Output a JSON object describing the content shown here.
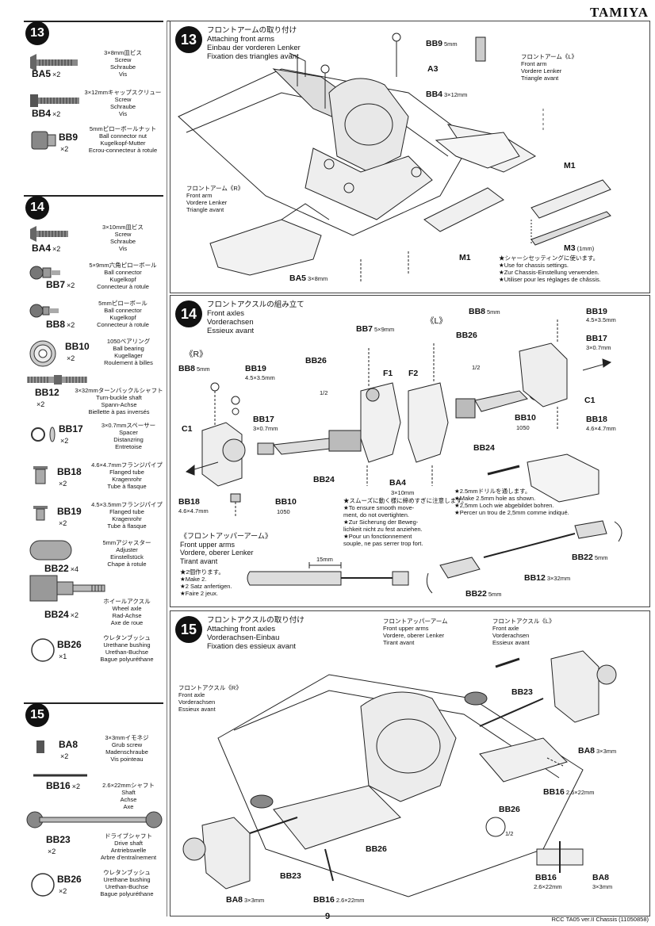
{
  "brand": "TAMIYA",
  "page_number": "9",
  "footer": "RCC TA05 ver.II Chassis (11050858)",
  "sidebar": {
    "s13": {
      "step": "13",
      "parts": [
        {
          "code": "BA5",
          "qty": "×2",
          "desc": "3×8mm皿ビス\nScrew\nSchraube\nVis"
        },
        {
          "code": "BB4",
          "qty": "×2",
          "desc": "3×12mmキャップスクリュー\nScrew\nSchraube\nVis"
        },
        {
          "code": "BB9",
          "qty": "×2",
          "desc": "5mmピローボールナット\nBall connector nut\nKugelkopf-Mutter\nEcrou-connecteur à rotule"
        }
      ]
    },
    "s14": {
      "step": "14",
      "parts": [
        {
          "code": "BA4",
          "qty": "×2",
          "desc": "3×10mm皿ビス\nScrew\nSchraube\nVis"
        },
        {
          "code": "BB7",
          "qty": "×2",
          "desc": "5×9mm六角ピローボール\nBall connector\nKugelkopf\nConnecteur à rotule"
        },
        {
          "code": "BB8",
          "qty": "×2",
          "desc": "5mmピローボール\nBall connector\nKugelkopf\nConnecteur à rotule"
        },
        {
          "code": "BB10",
          "qty": "×2",
          "desc": "1050ベアリング\nBall bearing\nKugellager\nRoulement à billes"
        },
        {
          "code": "BB12",
          "qty": "×2",
          "desc": "3×32mmターンバックルシャフト\nTurn-buckle shaft\nSpann-Achse\nBiellette à pas inversés"
        },
        {
          "code": "BB17",
          "qty": "×2",
          "desc": "3×0.7mmスペーサー\nSpacer\nDistanzring\nEntretoise"
        },
        {
          "code": "BB18",
          "qty": "×2",
          "desc": "4.6×4.7mmフランジパイプ\nFlanged tube\nKragenrohr\nTube à flasque"
        },
        {
          "code": "BB19",
          "qty": "×2",
          "desc": "4.5×3.5mmフランジパイプ\nFlanged tube\nKragenrohr\nTube à flasque"
        },
        {
          "code": "BB22",
          "qty": "×4",
          "desc": "5mmアジャスター\nAdjuster\nEinstellstück\nChape à rotule"
        },
        {
          "code": "BB24",
          "qty": "×2",
          "desc": "ホイールアクスル\nWheel axle\nRad-Achse\nAxe de roue"
        },
        {
          "code": "BB26",
          "qty": "×1",
          "desc": "ウレタンブッシュ\nUrethane bushing\nUrethan-Buchse\nBague polyuréthane"
        }
      ]
    },
    "s15": {
      "step": "15",
      "parts": [
        {
          "code": "BA8",
          "qty": "×2",
          "desc": "3×3mmイモネジ\nGrub screw\nMadenschraube\nVis pointeau"
        },
        {
          "code": "BB16",
          "qty": "×2",
          "desc": "2.6×22mmシャフト\nShaft\nAchse\nAxe"
        },
        {
          "code": "BB23",
          "qty": "×2",
          "desc": "ドライブシャフト\nDrive shaft\nAntriebswelle\nArbre d'entraînement"
        },
        {
          "code": "BB26",
          "qty": "×2",
          "desc": "ウレタンブッシュ\nUrethane bushing\nUrethan-Buchse\nBague polyuréthane"
        }
      ]
    }
  },
  "panels": {
    "p13": {
      "step": "13",
      "title": "フロントアームの取り付け\nAttaching front arms\nEinbau der vorderen Lenker\nFixation des triangles avant",
      "arm_l": "フロントアーム《L》\nFront arm\nVordere Lenker\nTriangle avant",
      "arm_r": "フロントアーム《R》\nFront arm\nVordere Lenker\nTriangle avant",
      "note": "★シャーシセッティングに使います。\n★Use for chassis settings.\n★Zur Chassis-Einstellung verwenden.\n★Utiliser pour les réglages de châssis."
    },
    "p14": {
      "step": "14",
      "title": "フロントアクスルの組み立て\nFront axles\nVorderachsen\nEssieux avant",
      "left": "《L》",
      "right": "《R》",
      "smooth": "★スムーズに動く様に締めすぎに注意します。\n★To ensure smooth move-\nment, do not overtighten.\n★Zur Sicherung der Beweg-\nlichkeit nicht zu fest anziehen.\n★Pour un fonctionnement\nsouple, ne pas serrer trop fort.",
      "drill": "★2.5mmドリルを通します。\n★Make 2.5mm hole as shown.\n★2,5mm Loch wie abgebildet bohren.\n★Percer un trou de 2,5mm comme indiqué.",
      "upper": "《フロントアッパーアーム》\nFront upper arms\nVordere, oberer Lenker\nTirant avant",
      "make2": "★2個作ります。\n★Make 2.\n★2 Satz anfertigen.\n★Faire 2 jeux.",
      "dim": "15mm"
    },
    "p15": {
      "step": "15",
      "title": "フロントアクスルの取り付け\nAttaching front axles\nVorderachsen-Einbau\nFixation des essieux avant",
      "upper": "フロントアッパーアーム\nFront upper arms\nVordere, oberer Lenker\nTirant avant",
      "axle_l": "フロントアクスル《L》\nFront axle\nVorderachsen\nEssieux avant",
      "axle_r": "フロントアクスル《R》\nFront axle\nVorderachsen\nEssieux avant"
    }
  },
  "labels": {
    "bb9": "BB9",
    "bb9s": "5mm",
    "a3": "A3",
    "bb4": "BB4",
    "bb4s": "3×12mm",
    "m1": "M1",
    "m3": "M3",
    "m3s": "(1mm)",
    "ba5": "BA5",
    "ba5s": "3×8mm",
    "bb8": "BB8",
    "bb8s": "5mm",
    "bb19": "BB19",
    "bb19s": "4.5×3.5mm",
    "bb17": "BB17",
    "bb17s": "3×0.7mm",
    "bb26": "BB26",
    "half": "1/2",
    "bb7": "BB7",
    "bb7s": "5×9mm",
    "f1": "F1",
    "f2": "F2",
    "c1": "C1",
    "bb10": "BB10",
    "bb10s": "1050",
    "bb18": "BB18",
    "bb18s": "4.6×4.7mm",
    "bb24": "BB24",
    "ba4": "BA4",
    "ba4s": "3×10mm",
    "bb22": "BB22",
    "bb22s": "5mm",
    "bb12": "BB12",
    "bb12s": "3×32mm",
    "bb23": "BB23",
    "ba8": "BA8",
    "ba8s": "3×3mm",
    "bb16": "BB16",
    "bb16s": "2.6×22mm"
  }
}
